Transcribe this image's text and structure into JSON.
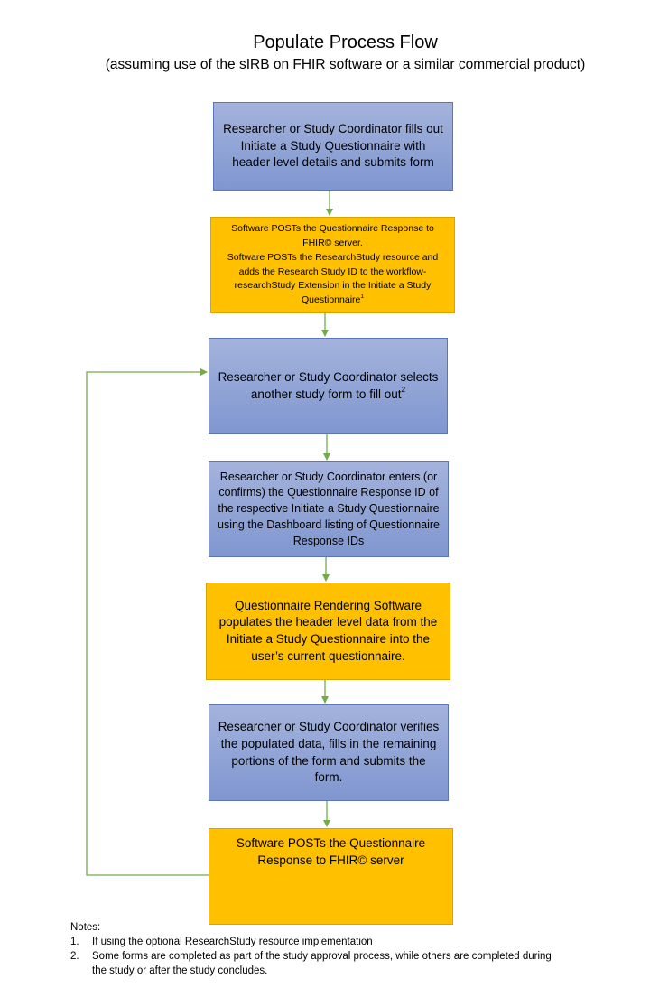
{
  "header": {
    "title": "Populate Process Flow",
    "subtitle": "(assuming use of the sIRB on FHIR software or a similar commercial product)"
  },
  "steps": [
    {
      "id": "step1",
      "type": "researcher",
      "text": "Researcher or Study Coordinator fills out Initiate a Study Questionnaire with header level details and submits form"
    },
    {
      "id": "step2",
      "type": "software",
      "lines": [
        "Software POSTs the Questionnaire Response to FHIR© server.",
        "Software POSTs the ResearchStudy resource and adds the Research Study ID to the workflow-researchStudy Extension in the Initiate a Study Questionnaire"
      ],
      "sup": "1"
    },
    {
      "id": "step3",
      "type": "researcher",
      "text": "Researcher or Study Coordinator selects another study form to fill out",
      "sup": "2"
    },
    {
      "id": "step4",
      "type": "researcher",
      "text": "Researcher or Study Coordinator enters (or confirms) the Questionnaire Response ID of the respective Initiate a Study Questionnaire using the Dashboard listing of Questionnaire Response IDs"
    },
    {
      "id": "step5",
      "type": "software",
      "text": "Questionnaire Rendering Software populates the header level data from the Initiate a Study Questionnaire into the user’s current questionnaire."
    },
    {
      "id": "step6",
      "type": "researcher",
      "text": "Researcher or Study Coordinator verifies the populated data, fills in the remaining portions of the form and submits the form."
    },
    {
      "id": "step7",
      "type": "software",
      "text": "Software POSTs the Questionnaire Response to FHIR© server"
    }
  ],
  "notes": {
    "heading": "Notes:",
    "items": [
      {
        "num": "1.",
        "text": "If using the optional ResearchStudy resource implementation"
      },
      {
        "num": "2.",
        "text": "Some forms are completed as part of the study approval process, while others are completed during the study or after the study concludes."
      }
    ]
  },
  "colors": {
    "researcher_fill": "#8fa3d6",
    "researcher_border": "#5b76b8",
    "software_fill": "#ffc000",
    "connector": "#70ad47"
  }
}
